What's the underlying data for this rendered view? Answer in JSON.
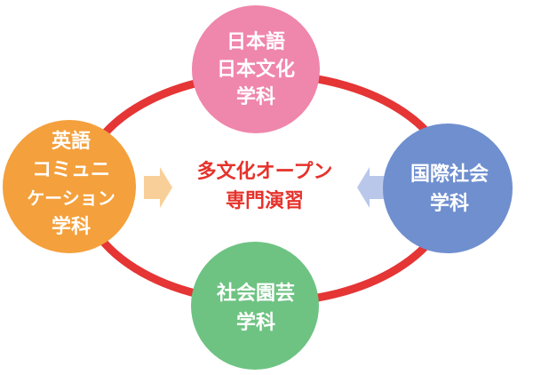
{
  "diagram": {
    "center": {
      "lines": [
        "多文化オープン",
        "専門演習"
      ],
      "color": "#e5322b"
    },
    "ring_color": "#e53535",
    "nodes": [
      {
        "id": "top",
        "lines": [
          "日本語",
          "日本文化",
          "学科"
        ],
        "color": "#ef86ab"
      },
      {
        "id": "left",
        "lines": [
          "英語",
          "コミュニ",
          "ケーション",
          "学科"
        ],
        "color": "#f4a03c"
      },
      {
        "id": "right",
        "lines": [
          "国際社会",
          "学科"
        ],
        "color": "#6f8fcf"
      },
      {
        "id": "bottom",
        "lines": [
          "社会園芸",
          "学科"
        ],
        "color": "#6ec382"
      }
    ],
    "arrows": [
      {
        "from": "left",
        "direction": "right",
        "color": "#f9cf99"
      },
      {
        "from": "right",
        "direction": "left",
        "color": "#b9c7ea"
      }
    ]
  }
}
